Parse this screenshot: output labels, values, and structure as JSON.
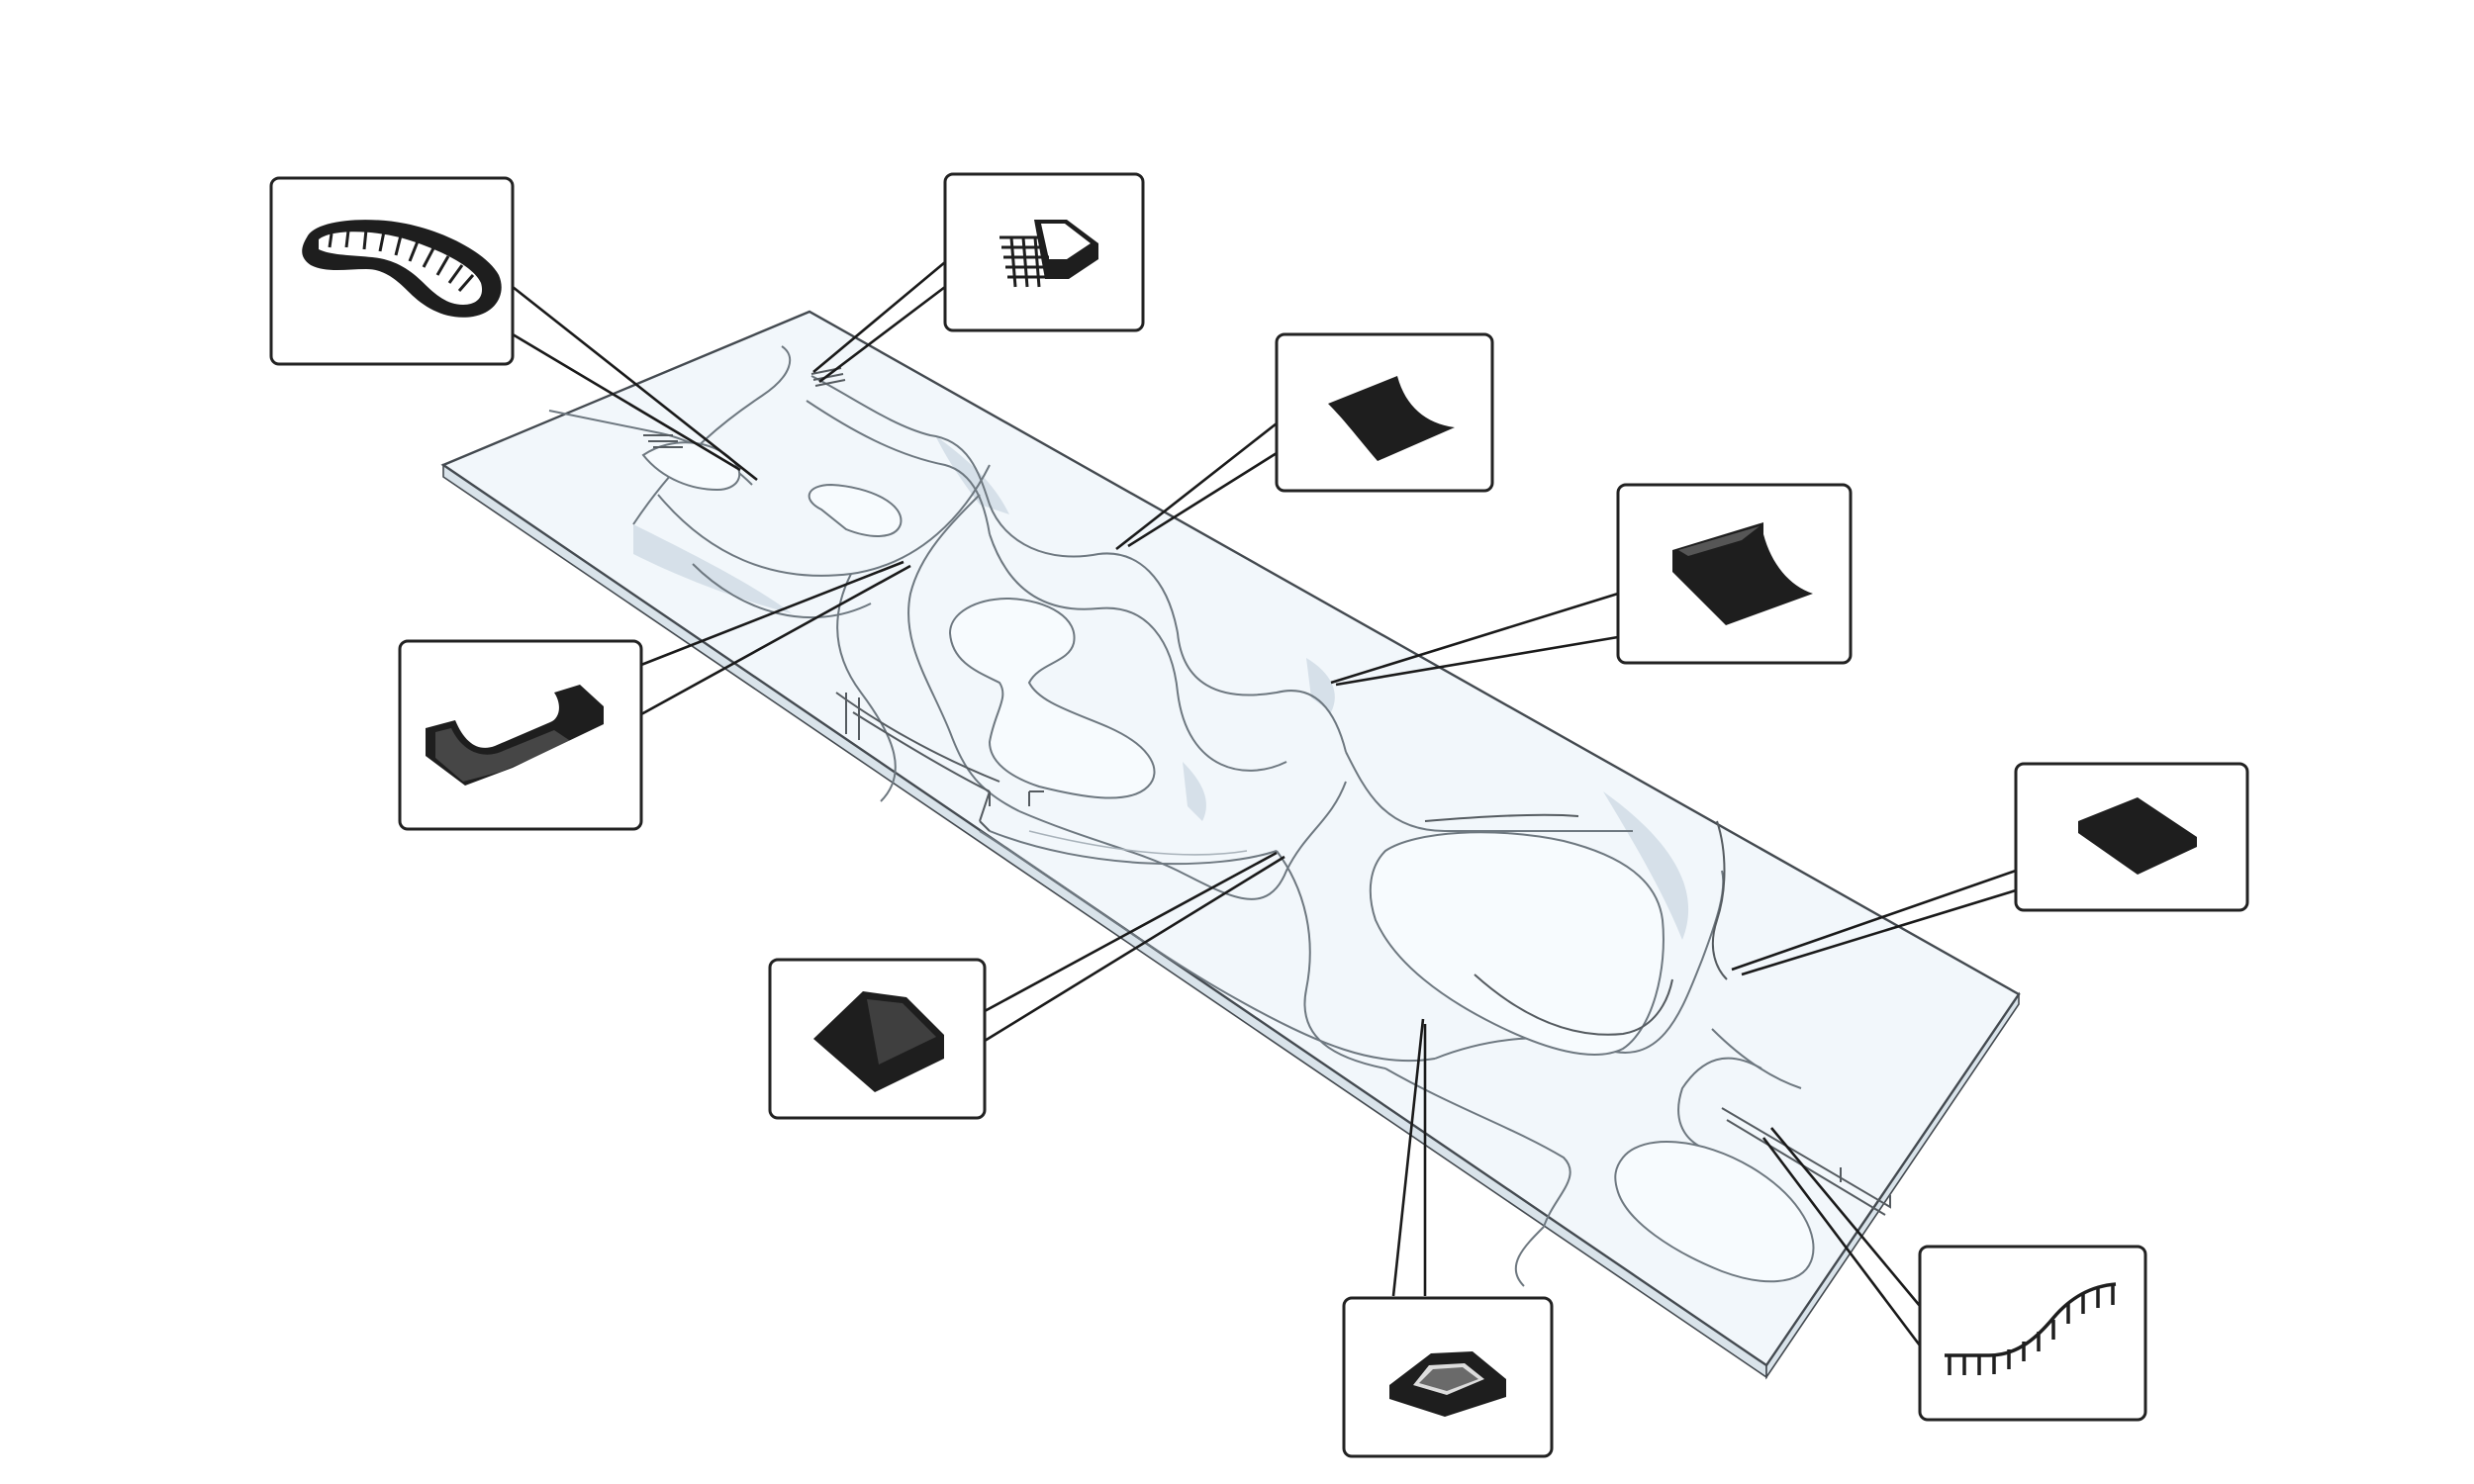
{
  "diagram": {
    "callouts": [
      {
        "id": "bowl",
        "icon": "bowl-icon"
      },
      {
        "id": "stair-set",
        "icon": "stair-set-icon"
      },
      {
        "id": "quarter-pipe",
        "icon": "quarter-pipe-icon"
      },
      {
        "id": "quarter-pipe-ramp",
        "icon": "quarter-pipe-ramp-icon"
      },
      {
        "id": "mini-ramp",
        "icon": "mini-ramp-icon"
      },
      {
        "id": "flat-box",
        "icon": "flat-box-icon"
      },
      {
        "id": "bank-ramp",
        "icon": "bank-ramp-icon"
      },
      {
        "id": "pyramid",
        "icon": "pyramid-icon"
      },
      {
        "id": "hubba-rail",
        "icon": "rail-icon"
      }
    ],
    "colors": {
      "plate": "#f2f7fb",
      "plate_edge": "#d9e3ea",
      "icon": "#1e1e1e",
      "outline": "#222222"
    }
  }
}
